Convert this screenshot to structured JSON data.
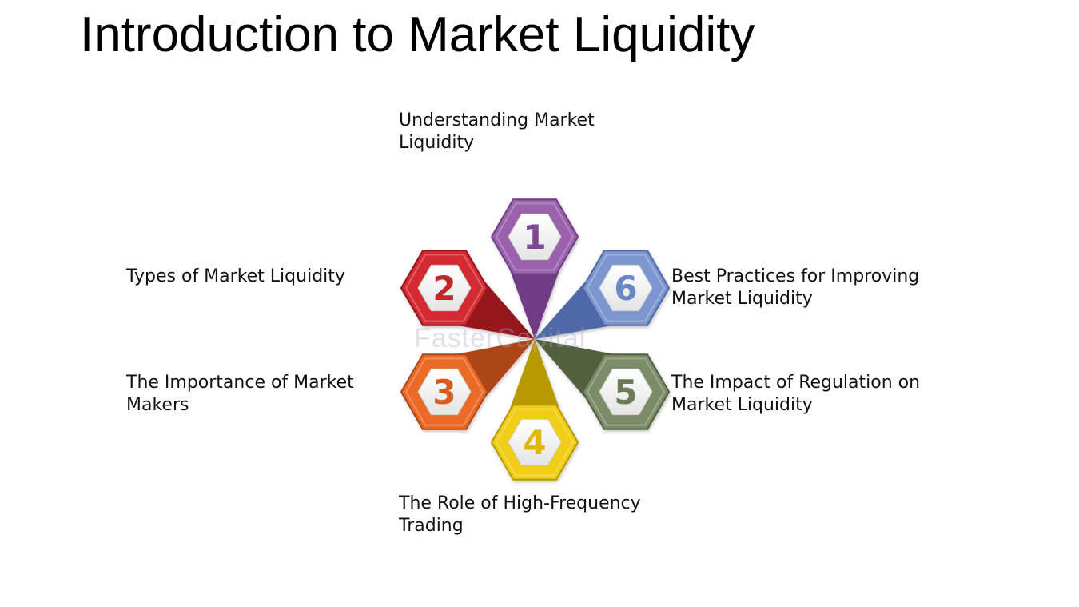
{
  "title": "Introduction to Market Liquidity",
  "watermark": "FasterCapital",
  "steps": [
    {
      "number": "1",
      "label": "Understanding Market Liquidity",
      "color": "#9a62ad",
      "dark": "#6f3d84",
      "num_color": "#7b4893"
    },
    {
      "number": "2",
      "label": "Types of Market Liquidity",
      "color": "#d42a30",
      "dark": "#96161b",
      "num_color": "#c0262c"
    },
    {
      "number": "3",
      "label": "The Importance of Market Makers",
      "color": "#ea6a27",
      "dark": "#ad4514",
      "num_color": "#d85c1f"
    },
    {
      "number": "4",
      "label": "The Role of High-Frequency Trading",
      "color": "#f0cd12",
      "dark": "#b79a04",
      "num_color": "#e0b800"
    },
    {
      "number": "5",
      "label": "The Impact of Regulation on Market Liquidity",
      "color": "#7c8c68",
      "dark": "#53613f",
      "num_color": "#6c7b58"
    },
    {
      "number": "6",
      "label": "Best Practices for Improving Market Liquidity",
      "color": "#7b97d0",
      "dark": "#5068a8",
      "num_color": "#6a86c4"
    }
  ]
}
